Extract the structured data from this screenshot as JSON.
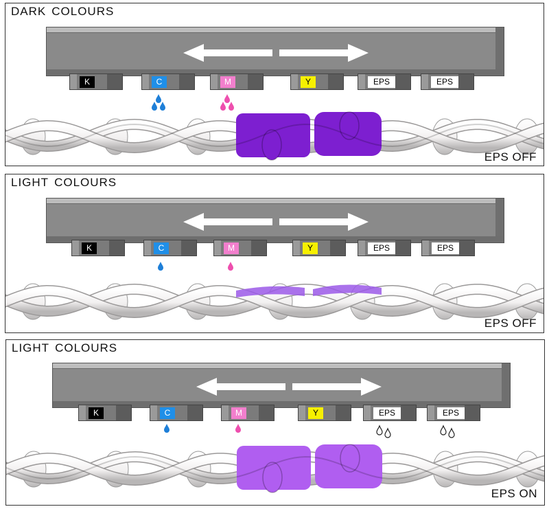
{
  "panels": [
    {
      "title_words": [
        "DARK",
        "COLOURS"
      ],
      "status": "EPS OFF",
      "heads": [
        {
          "label": "K",
          "bg": "#000000",
          "fg": "#ffffff",
          "drops": 0
        },
        {
          "label": "C",
          "bg": "#1f8fe8",
          "fg": "#ffffff",
          "drops": 3,
          "drop_color": "#1e7fd8"
        },
        {
          "label": "M",
          "bg": "#f27fcd",
          "fg": "#ffffff",
          "drops": 3,
          "drop_color": "#ee4fae"
        },
        {
          "label": "Y",
          "bg": "#f7f000",
          "fg": "#000000",
          "drops": 0
        },
        {
          "label": "EPS",
          "bg": "#ffffff",
          "fg": "#000000",
          "drops": 0
        },
        {
          "label": "EPS",
          "bg": "#ffffff",
          "fg": "#000000",
          "drops": 0
        }
      ],
      "dye": "dark"
    },
    {
      "title_words": [
        "LIGHT",
        "COLOURS"
      ],
      "status": "EPS OFF",
      "heads": [
        {
          "label": "K",
          "bg": "#000000",
          "fg": "#ffffff",
          "drops": 0
        },
        {
          "label": "C",
          "bg": "#1f8fe8",
          "fg": "#ffffff",
          "drops": 1,
          "drop_color": "#1e7fd8"
        },
        {
          "label": "M",
          "bg": "#f27fcd",
          "fg": "#ffffff",
          "drops": 1,
          "drop_color": "#ee4fae"
        },
        {
          "label": "Y",
          "bg": "#f7f000",
          "fg": "#000000",
          "drops": 0
        },
        {
          "label": "EPS",
          "bg": "#ffffff",
          "fg": "#000000",
          "drops": 0
        },
        {
          "label": "EPS",
          "bg": "#ffffff",
          "fg": "#000000",
          "drops": 0
        }
      ],
      "dye": "surface"
    },
    {
      "title_words": [
        "LIGHT",
        "COLOURS"
      ],
      "status": "EPS ON",
      "heads": [
        {
          "label": "K",
          "bg": "#000000",
          "fg": "#ffffff",
          "drops": 0
        },
        {
          "label": "C",
          "bg": "#1f8fe8",
          "fg": "#ffffff",
          "drops": 1,
          "drop_color": "#1e7fd8"
        },
        {
          "label": "M",
          "bg": "#f27fcd",
          "fg": "#ffffff",
          "drops": 1,
          "drop_color": "#ee4fae"
        },
        {
          "label": "Y",
          "bg": "#f7f000",
          "fg": "#000000",
          "drops": 0
        },
        {
          "label": "EPS",
          "bg": "#ffffff",
          "fg": "#000000",
          "drops": 2,
          "drop_color": "outline"
        },
        {
          "label": "EPS",
          "bg": "#ffffff",
          "fg": "#000000",
          "drops": 2,
          "drop_color": "outline"
        }
      ],
      "dye": "light"
    }
  ],
  "colors": {
    "dark_dye": "#7d1fd0",
    "light_dye": "#b05ef0",
    "surface_dye": "#9b59e8",
    "yarn": "#f2f0f0"
  }
}
